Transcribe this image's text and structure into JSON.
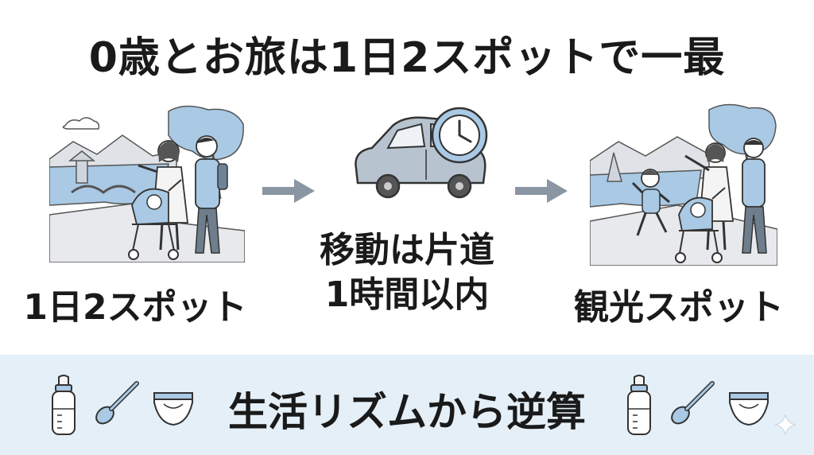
{
  "title": "0歳とお旅は1日2スポットで一最",
  "steps": [
    {
      "label": "1日2スポット"
    },
    {
      "label_line1": "移動は片道",
      "label_line2": "1時間以内"
    },
    {
      "label": "観光スポット"
    }
  ],
  "footer": {
    "text": "生活リズムから逆算"
  },
  "icons": {
    "left": [
      "baby-bottle-icon",
      "spoon-icon",
      "diaper-icon"
    ],
    "right": [
      "baby-bottle-icon",
      "spoon-icon",
      "diaper-icon"
    ]
  },
  "colors": {
    "accent_blue": "#a9c9e4",
    "band": "#e4eff7",
    "arrow": "#8a96a3",
    "text": "#1a1a1a"
  }
}
